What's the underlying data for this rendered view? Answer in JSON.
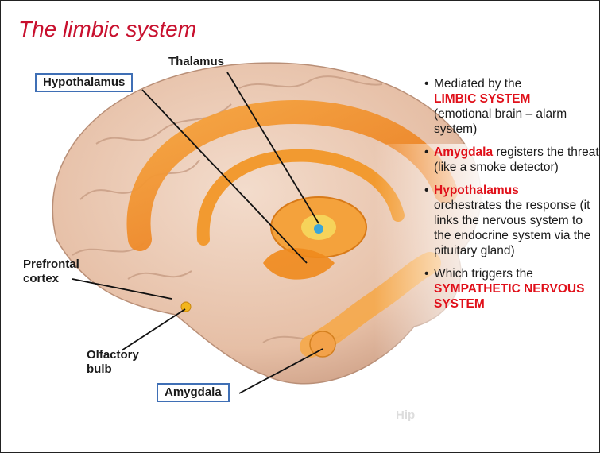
{
  "title": "The limbic system",
  "labels": {
    "thalamus": "Thalamus",
    "hypothalamus": "Hypothalamus",
    "prefrontal": "Prefrontal",
    "cortex": "cortex",
    "olfactory": "Olfactory",
    "bulb": "bulb",
    "amygdala": "Amygdala",
    "hip": "Hip"
  },
  "bullets": [
    {
      "pre": "Mediated by the",
      "hl": "LIMBIC SYSTEM",
      "post": "(emotional brain – alarm system)"
    },
    {
      "pre": "",
      "hl": "Amygdala",
      "post": "registers the threat (like a smoke detector)"
    },
    {
      "pre": "",
      "hl": "Hypothalamus",
      "post": "orchestrates the response (it links the nervous system to the endocrine system via the pituitary gland)"
    },
    {
      "pre": "Which triggers the",
      "hl": "SYMPATHETIC NERVOUS SYSTEM",
      "post": ""
    }
  ],
  "colors": {
    "title": "#c8102e",
    "highlight": "#e0101a",
    "box": "#3f6fb5",
    "limbic": "#f08a1c"
  }
}
